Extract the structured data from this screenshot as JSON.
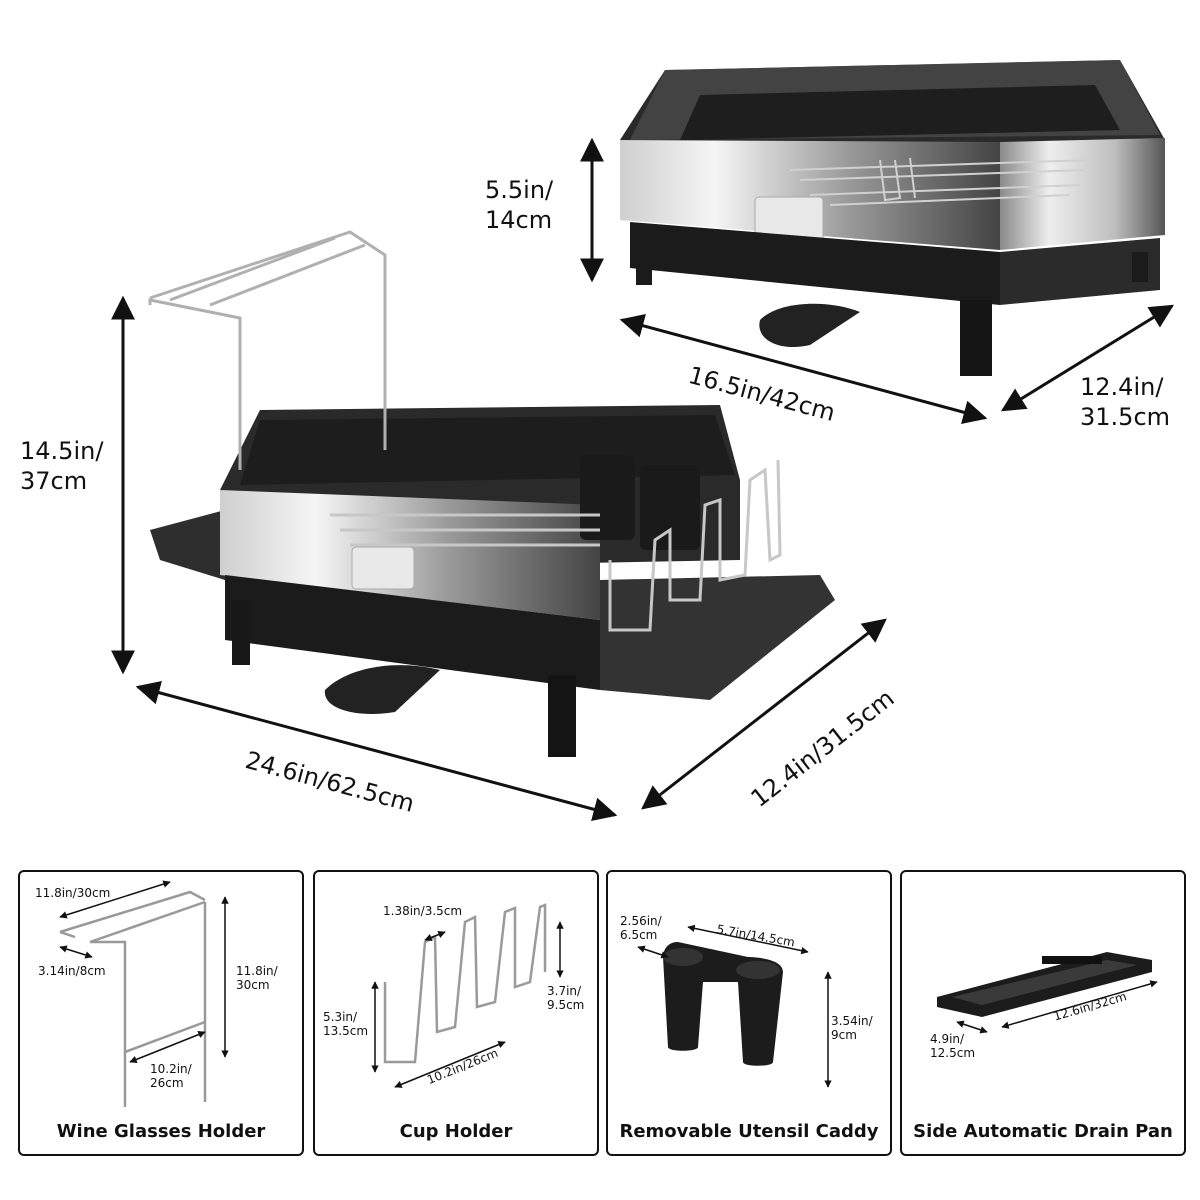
{
  "main_dims": {
    "rack_small_height": "5.5in/\n14cm",
    "rack_small_width": "16.5in/42cm",
    "rack_small_depth": "12.4in/\n31.5cm",
    "rack_full_height": "14.5in/\n37cm",
    "rack_full_width": "24.6in/62.5cm",
    "rack_full_depth": "12.4in/31.5cm"
  },
  "panels": [
    {
      "label": "Wine Glasses Holder",
      "dims": [
        "11.8in/30cm",
        "3.14in/8cm",
        "11.8in/\n30cm",
        "10.2in/\n26cm"
      ]
    },
    {
      "label": "Cup Holder",
      "dims": [
        "1.38in/3.5cm",
        "5.3in/\n13.5cm",
        "3.7in/\n9.5cm",
        "10.2in/26cm"
      ]
    },
    {
      "label": "Removable Utensil Caddy",
      "dims": [
        "2.56in/\n6.5cm",
        "5.7in/14.5cm",
        "3.54in/\n9cm"
      ]
    },
    {
      "label": "Side Automatic Drain Pan",
      "dims": [
        "4.9in/\n12.5cm",
        "12.6in/32cm"
      ]
    }
  ]
}
